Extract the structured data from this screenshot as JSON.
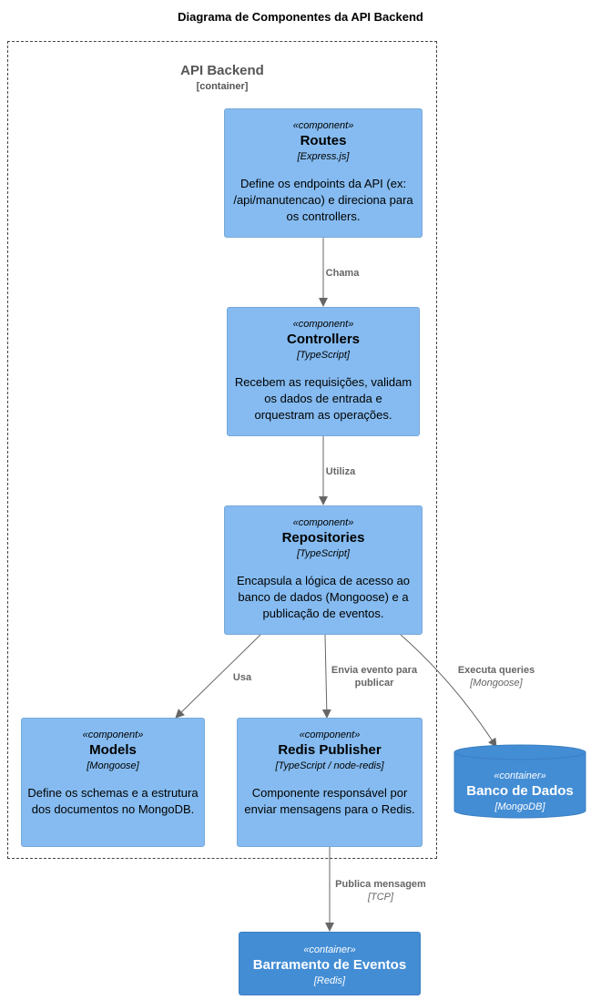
{
  "title": "Diagrama de Componentes da API Backend",
  "boundary": {
    "name": "API Backend",
    "type": "[container]"
  },
  "components": {
    "routes": {
      "stereotype": "«component»",
      "name": "Routes",
      "tech": "[Express.js]",
      "desc": "Define os endpoints da API (ex: /api/manutencao) e direciona para os controllers."
    },
    "controllers": {
      "stereotype": "«component»",
      "name": "Controllers",
      "tech": "[TypeScript]",
      "desc": "Recebem as requisições, validam os dados de entrada e orquestram as operações."
    },
    "repositories": {
      "stereotype": "«component»",
      "name": "Repositories",
      "tech": "[TypeScript]",
      "desc": "Encapsula a lógica de acesso ao banco de dados (Mongoose) e a publicação de eventos."
    },
    "models": {
      "stereotype": "«component»",
      "name": "Models",
      "tech": "[Mongoose]",
      "desc": "Define os schemas e a estrutura dos documentos no MongoDB."
    },
    "redis_publisher": {
      "stereotype": "«component»",
      "name": "Redis Publisher",
      "tech": "[TypeScript / node-redis]",
      "desc": "Componente responsável por enviar mensagens para o Redis."
    }
  },
  "containers": {
    "database": {
      "stereotype": "«container»",
      "name": "Banco de Dados",
      "tech": "[MongoDB]"
    },
    "event_bus": {
      "stereotype": "«container»",
      "name": "Barramento de Eventos",
      "tech": "[Redis]"
    }
  },
  "edges": {
    "routes_controllers": {
      "label": "Chama"
    },
    "controllers_repositories": {
      "label": "Utiliza"
    },
    "repositories_models": {
      "label": "Usa"
    },
    "repositories_publisher": {
      "label": "Envia evento para publicar"
    },
    "repositories_database": {
      "label": "Executa queries",
      "tech": "[Mongoose]"
    },
    "publisher_bus": {
      "label": "Publica mensagem",
      "tech": "[TCP]"
    }
  },
  "colors": {
    "component": "#85BBF0",
    "container": "#438DD5",
    "edge": "#666666"
  }
}
